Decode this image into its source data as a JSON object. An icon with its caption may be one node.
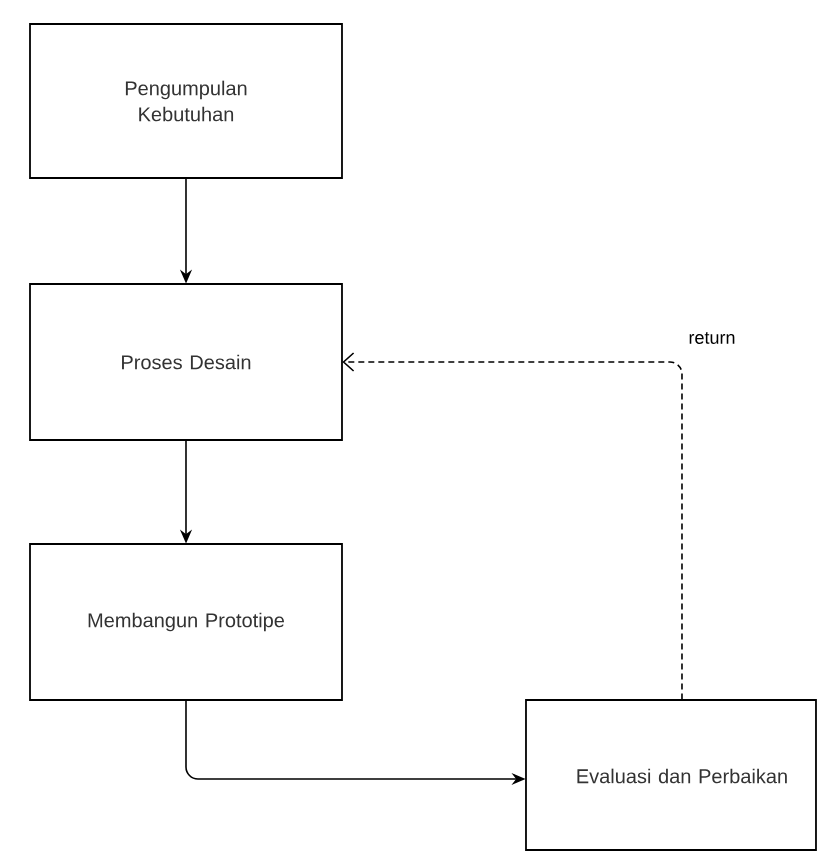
{
  "diagram": {
    "nodes": [
      {
        "text": [
          "Pengumpulan Kebutuhan"
        ]
      },
      {
        "text": [
          "Proses Desain"
        ]
      },
      {
        "text": [
          "Membangun Prototipe"
        ]
      },
      {
        "text": [
          "Evaluasi dan Perbaikan"
        ]
      }
    ],
    "edges": [
      {
        "from": 0,
        "to": 1,
        "arrow": "to"
      },
      {
        "from": 1,
        "to": 2,
        "arrow": "to"
      },
      {
        "from": 2,
        "to": 3,
        "arrow": "to"
      },
      {
        "from": 3,
        "to": 1,
        "arrow": "to",
        "style": "dashed",
        "label": "return"
      }
    ]
  }
}
